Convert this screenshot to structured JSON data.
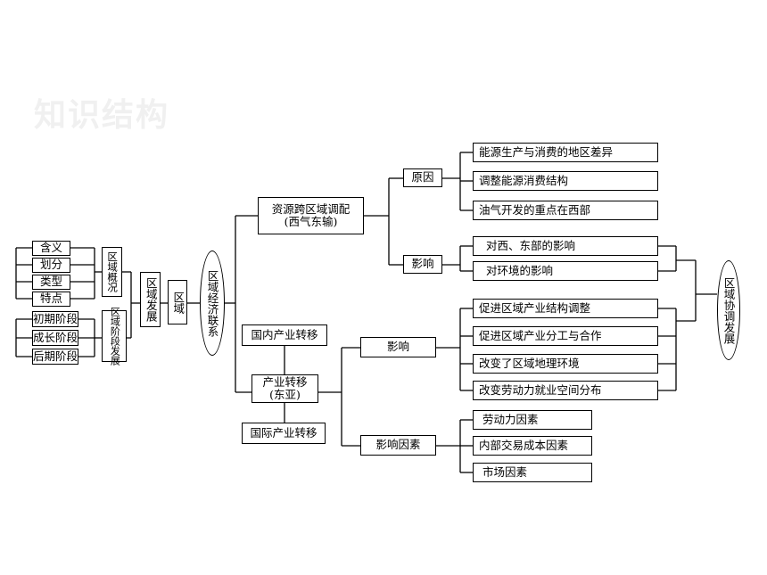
{
  "title": "知识结构",
  "left": {
    "concepts": [
      "含义",
      "划分",
      "类型",
      "特点"
    ],
    "concept_group": "区域概况",
    "stages": [
      "初期阶段",
      "成长阶段",
      "后期阶段"
    ],
    "stage_group": "区域阶段发展",
    "development": "区域发展",
    "region": "区域"
  },
  "center": {
    "economic_links": "区域经济联系"
  },
  "resource": {
    "name_line1": "资源跨区域调配",
    "name_line2": "(西气东输)",
    "cause_label": "原因",
    "causes": [
      "能源生产与消费的地区差异",
      "调整能源消费结构",
      "油气开发的重点在西部"
    ],
    "impact_label": "影响",
    "impacts": [
      "对西、东部的影响",
      "对环境的影响"
    ]
  },
  "industry": {
    "name_line1": "产业转移",
    "name_line2": "(东亚)",
    "domestic": "国内产业转移",
    "international": "国际产业转移",
    "impact_label": "影响",
    "impacts": [
      "促进区域产业结构调整",
      "促进区域产业分工与合作",
      "改变了区域地理环境",
      "改变劳动力就业空间分布"
    ],
    "factor_label": "影响因素",
    "factors": [
      "劳动力因素",
      "内部交易成本因素",
      "市场因素"
    ]
  },
  "right": {
    "coordination": "区域协调发展"
  }
}
